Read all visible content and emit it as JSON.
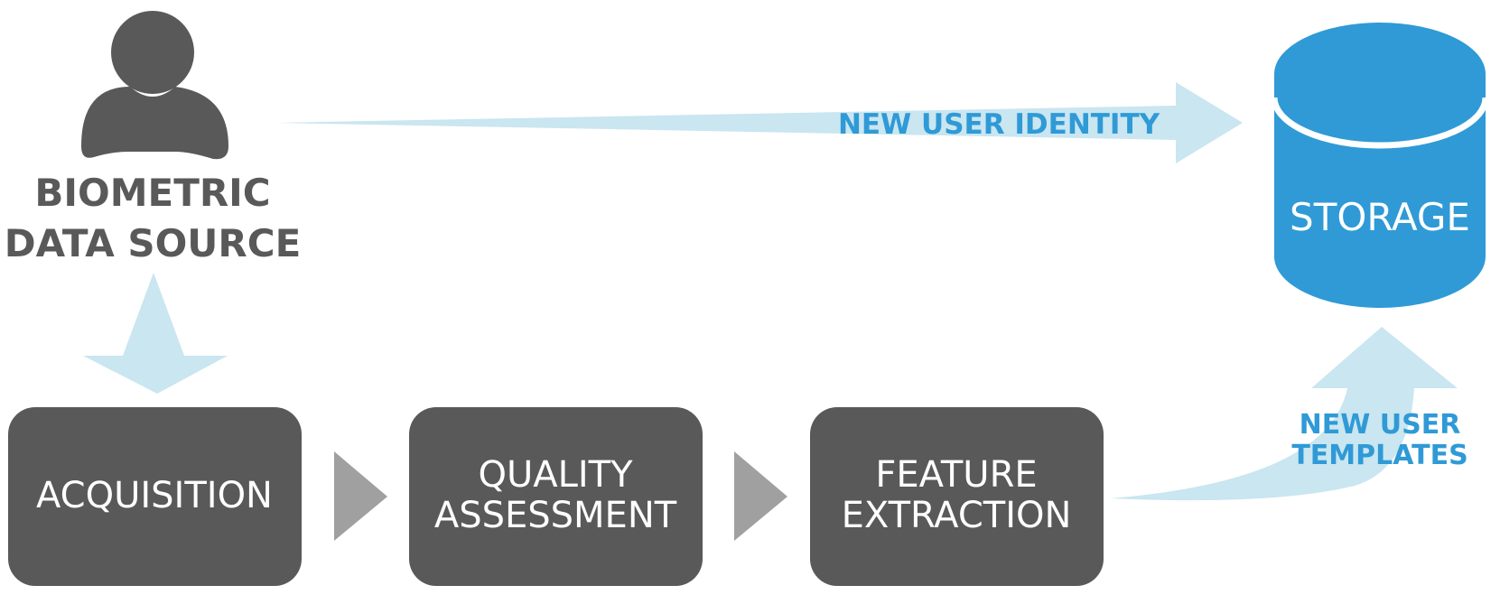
{
  "source": {
    "label_line1": "BIOMETRIC",
    "label_line2": "DATA SOURCE"
  },
  "storage": {
    "label": "STORAGE"
  },
  "flows": {
    "new_user_identity": "NEW USER IDENTITY",
    "new_user_templates_line1": "NEW USER",
    "new_user_templates_line2": "TEMPLATES"
  },
  "steps": [
    {
      "line1": "ACQUISITION",
      "line2": ""
    },
    {
      "line1": "QUALITY",
      "line2": "ASSESSMENT"
    },
    {
      "line1": "FEATURE",
      "line2": "EXTRACTION"
    }
  ],
  "colors": {
    "box_fill": "#595959",
    "storage_fill": "#2f9ad6",
    "flow_arrow": "#c9e6f1",
    "step_arrow": "#a0a0a0",
    "flow_text": "#2f9ad6"
  },
  "icons": {
    "user": "user-icon",
    "storage": "database-icon"
  }
}
